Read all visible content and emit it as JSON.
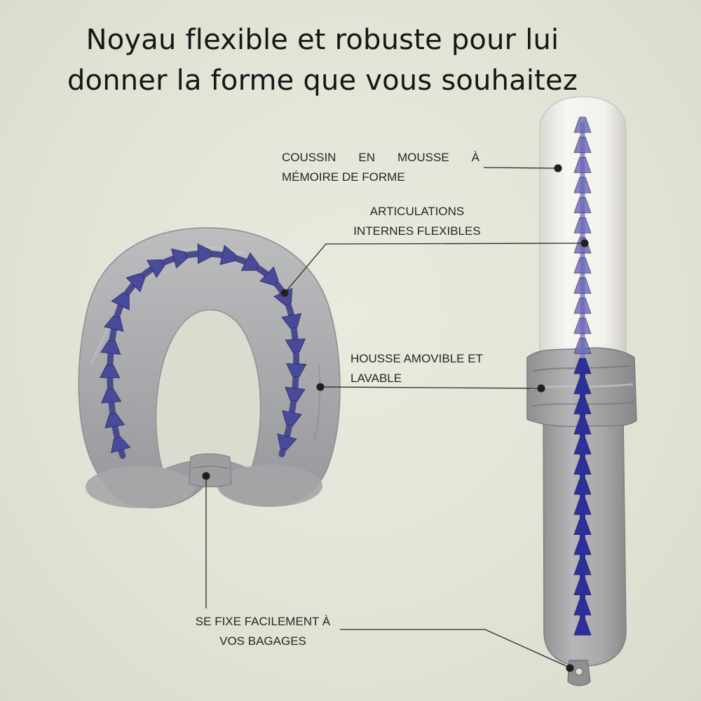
{
  "headline": {
    "line1": "Noyau flexible et robuste pour lui",
    "line2": "donner la forme que vous souhaitez"
  },
  "callouts": {
    "coussin": {
      "line1": "COUSSIN EN MOUSSE À",
      "line2": "MÉMOIRE DE FORME"
    },
    "articulations": {
      "line1": "ARTICULATIONS",
      "line2": "INTERNES FLEXIBLES"
    },
    "housse": {
      "line1": "HOUSSE AMOVIBLE ET",
      "line2": "LAVABLE"
    },
    "fixe": {
      "line1": "SE FIXE FACILEMENT À",
      "line2": "VOS BAGAGES"
    }
  },
  "colors": {
    "background": "#e3e6d9",
    "cover_grey": "#a9abad",
    "foam_white": "#f4f3ef",
    "joint_purple": "#4a4a9a",
    "joint_blue": "#2f2f9c",
    "leader_line": "#2a2a2a"
  },
  "product": {
    "left_view": "u-shaped-neck-pillow",
    "right_view": "straightened-pillow-with-cover-half-removed",
    "joint_segments_u": 21,
    "joint_segments_straight": 26
  }
}
